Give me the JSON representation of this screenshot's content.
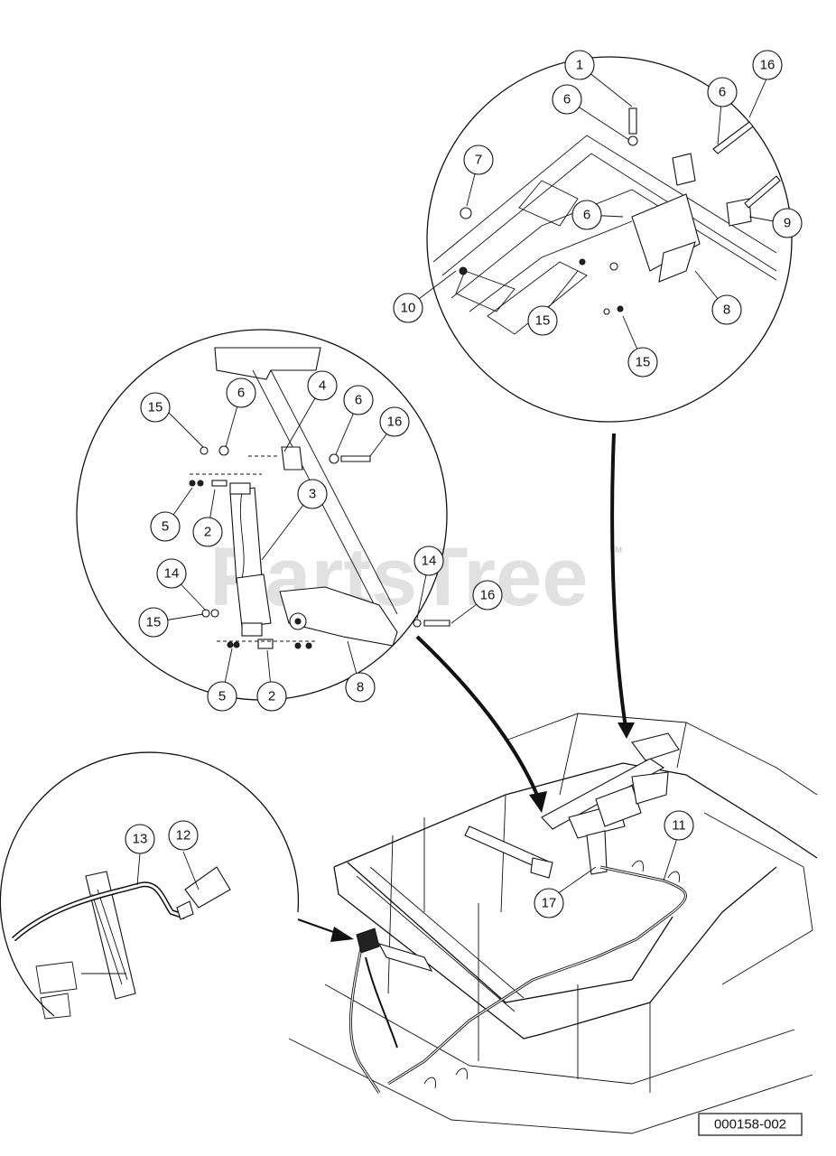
{
  "diagram": {
    "figure_id": "000158-002",
    "watermark": "PartsTree",
    "watermark_mark": "TM",
    "callouts": {
      "top": [
        "1",
        "6",
        "16",
        "6",
        "7",
        "6",
        "9",
        "10",
        "15",
        "8",
        "15"
      ],
      "middle": [
        "15",
        "6",
        "4",
        "6",
        "16",
        "3",
        "5",
        "2",
        "14",
        "14",
        "16",
        "15",
        "5",
        "2",
        "8"
      ],
      "bottom": [
        "13",
        "12",
        "11",
        "17"
      ]
    }
  }
}
